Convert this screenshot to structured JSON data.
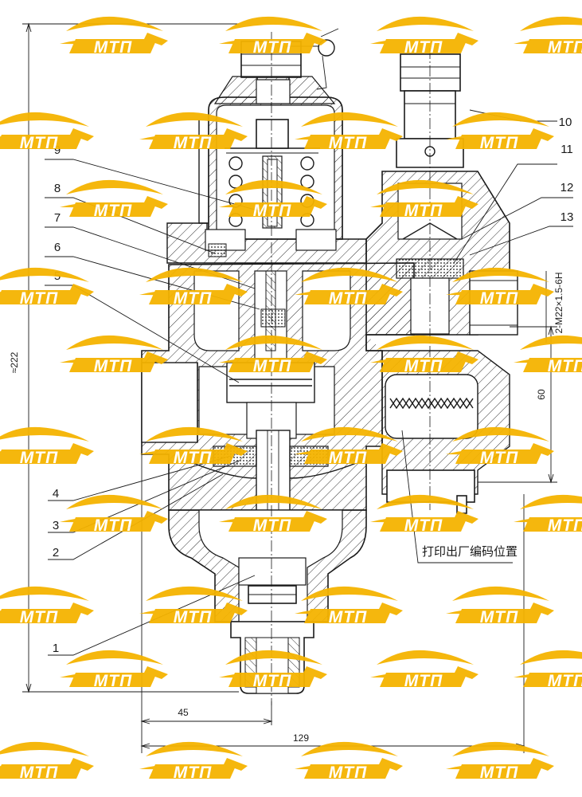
{
  "drawing": {
    "part_numbers": [
      "1",
      "2",
      "3",
      "4",
      "5",
      "6",
      "7",
      "8",
      "9",
      "10",
      "11",
      "12",
      "13"
    ],
    "dimensions": {
      "overall_height": "≈222",
      "width_45": "45",
      "width_129": "129",
      "height_60": "60",
      "thread": "2-M22×1.5-6H"
    },
    "note": "打印出厂编码位置"
  },
  "watermark": {
    "text": "МТП",
    "color": "#f5b400"
  }
}
